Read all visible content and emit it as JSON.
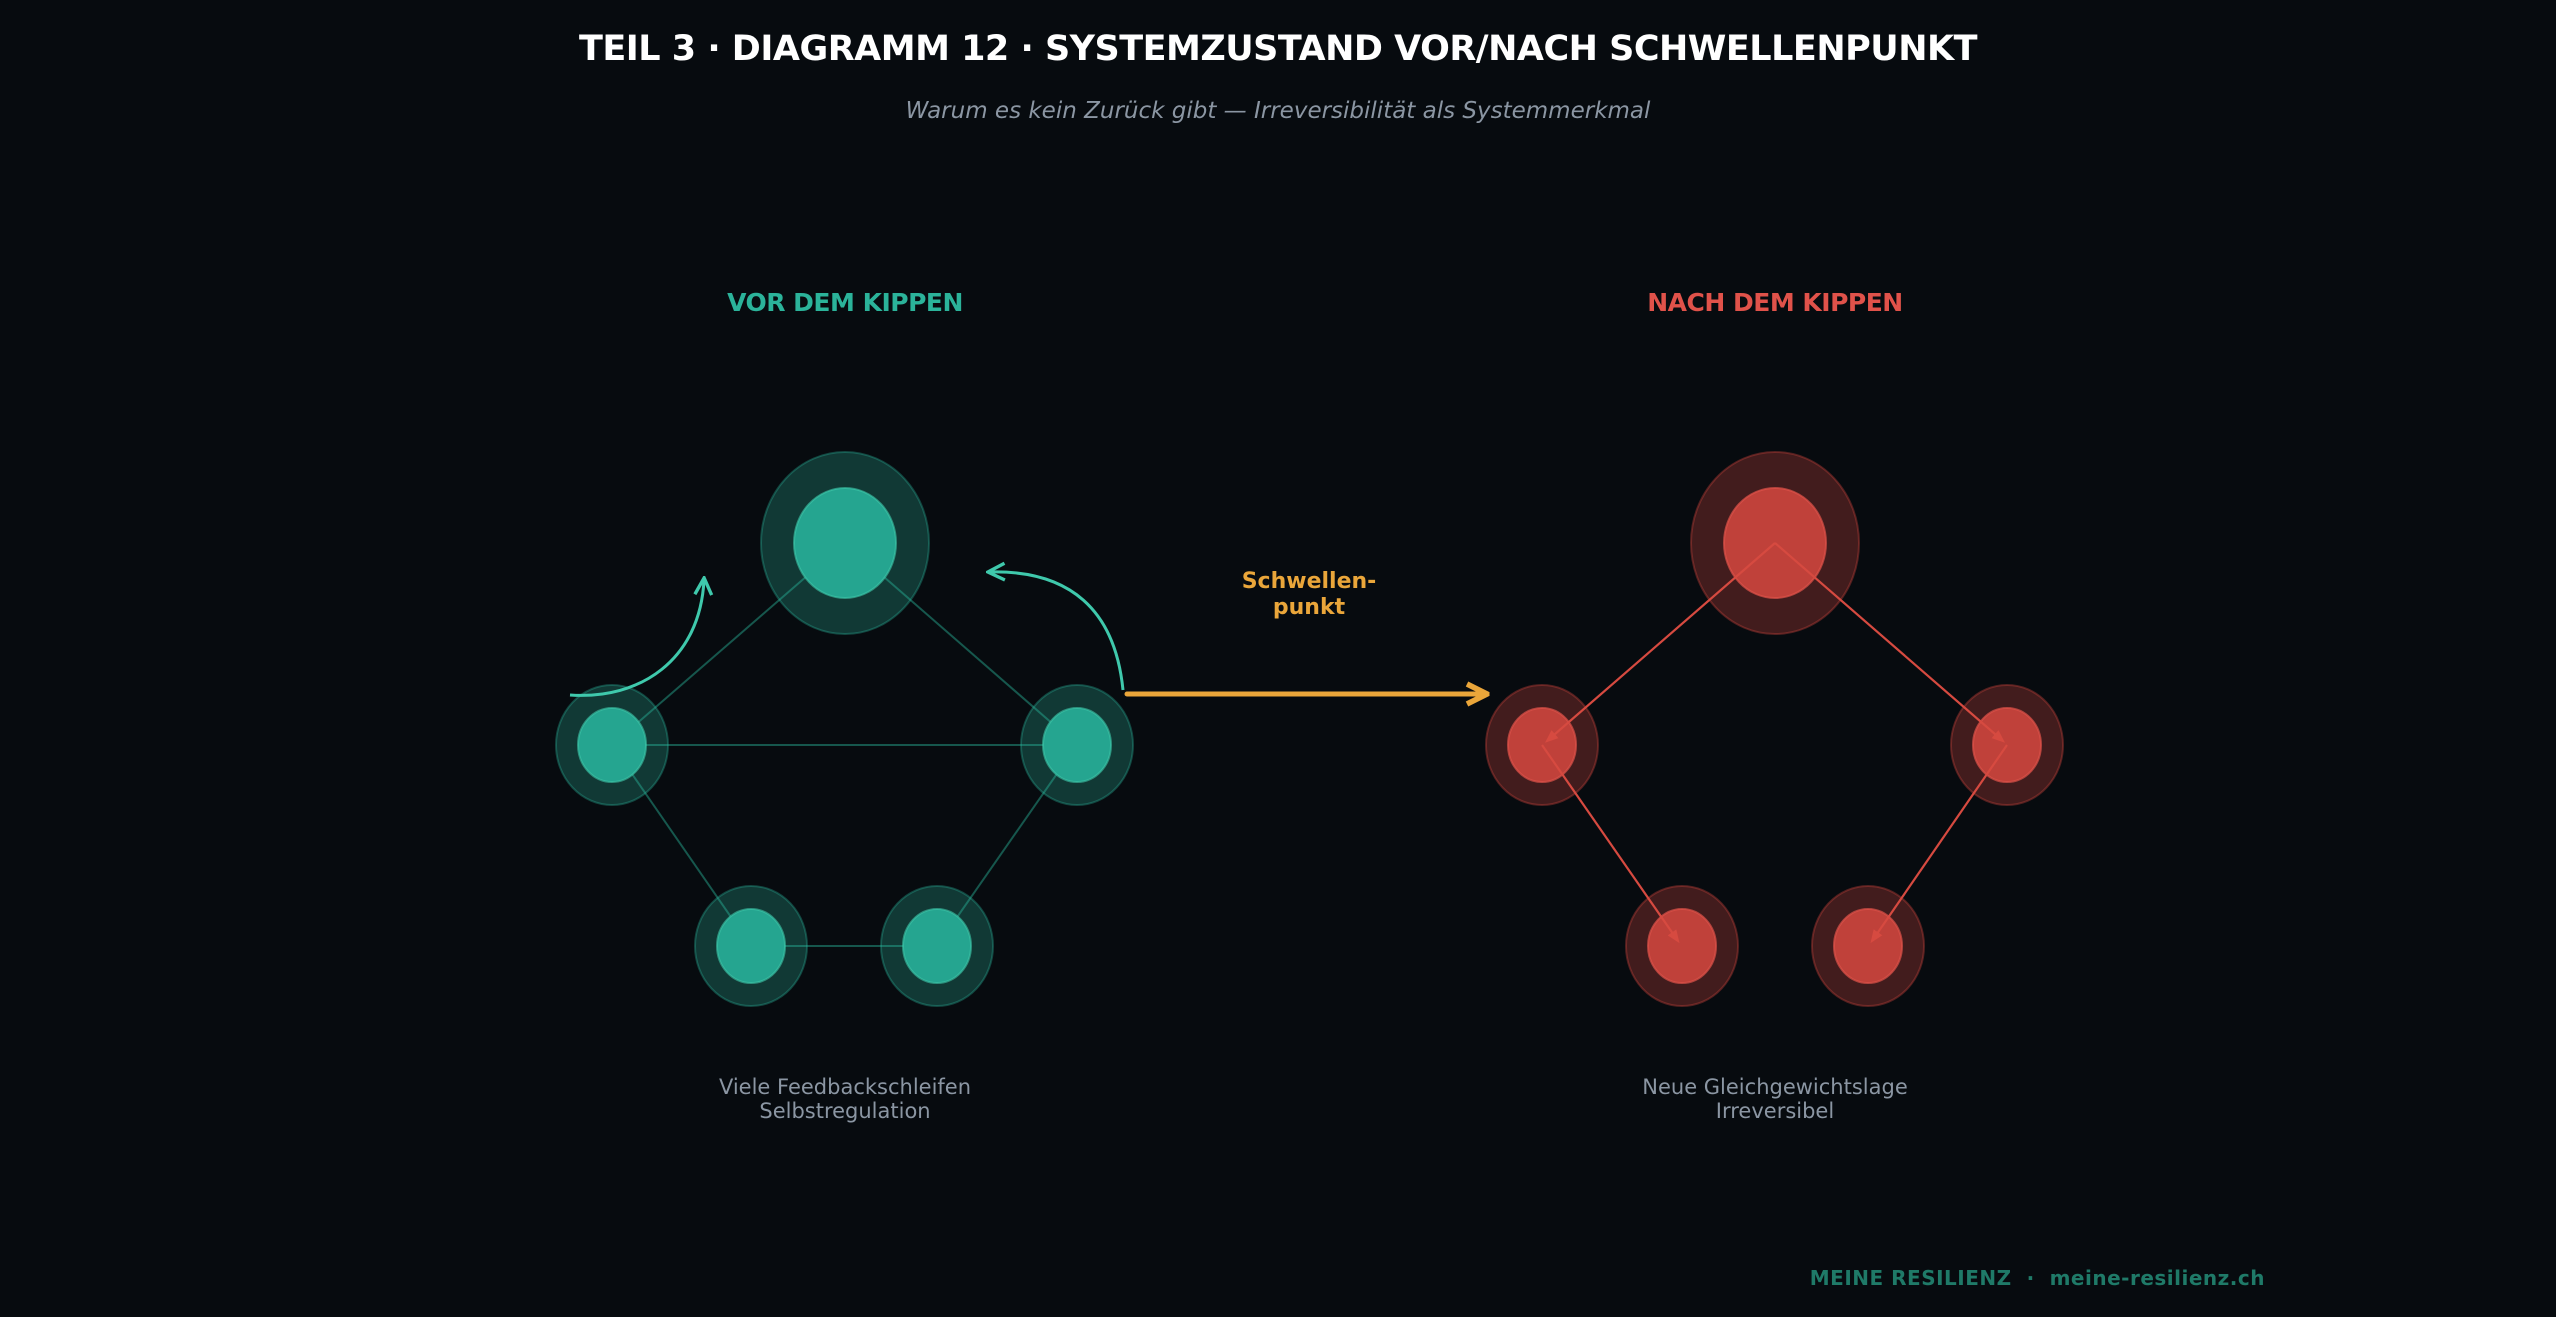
{
  "header": {
    "title": "TEIL 3 · DIAGRAMM 12  ·  SYSTEMZUSTAND VOR/NACH SCHWELLENPUNKT",
    "subtitle": "Warum es kein Zurück gibt — Irreversibilität als Systemmerkmal"
  },
  "before": {
    "label": "VOR DEM KIPPEN",
    "caption_line1": "Viele Feedbackschleifen",
    "caption_line2": "Selbstregulation",
    "node_count": 5
  },
  "threshold": {
    "label_line1": "Schwellen-",
    "label_line2": "punkt"
  },
  "after": {
    "label": "NACH DEM KIPPEN",
    "caption_line1": "Neue Gleichgewichtslage",
    "caption_line2": "Irreversibel",
    "node_count": 5
  },
  "footer": {
    "text": "MEINE RESILIENZ  ·  meine-resilienz.ch"
  },
  "colors": {
    "background": "#070b0f",
    "teal": "#2bb39a",
    "teal_arrow": "#3fc9ac",
    "red": "#c0413a",
    "red_label": "#e0524a",
    "orange": "#eaa63a",
    "footer": "#1f7a68"
  }
}
